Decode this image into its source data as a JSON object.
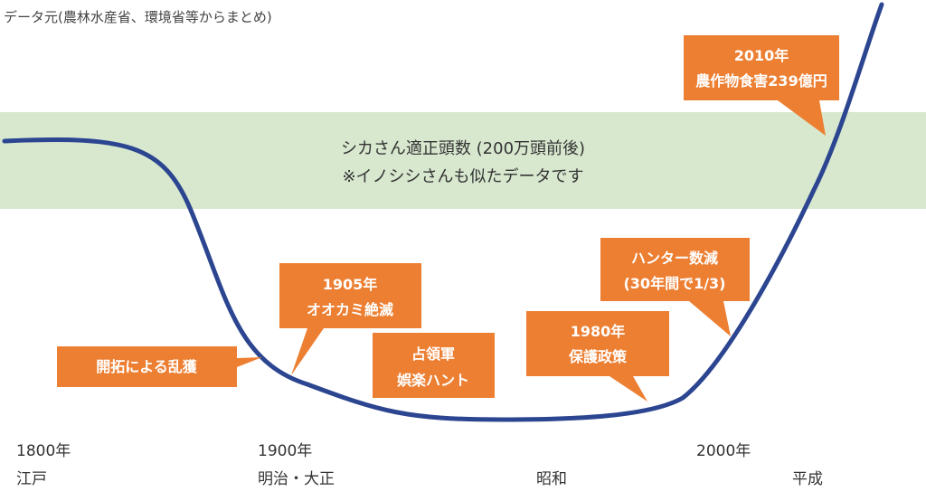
{
  "source_note": "データ元(農林水産省、環境省等からまとめ)",
  "band": {
    "line1": "シカさん適正頭数 (200万頭前後)",
    "line2": "※イノシシさんも似たデータです"
  },
  "x_axis": {
    "years": [
      "1800年",
      "1900年",
      "2000年"
    ],
    "eras": [
      "江戸",
      "明治・大正",
      "昭和",
      "平成"
    ]
  },
  "callouts": [
    {
      "lines": [
        "開拓による乱獲"
      ]
    },
    {
      "lines": [
        "1905年",
        "オオカミ絶滅"
      ]
    },
    {
      "lines": [
        "占領軍",
        "娯楽ハント"
      ]
    },
    {
      "lines": [
        "1980年",
        "保護政策"
      ]
    },
    {
      "lines": [
        "ハンター数減",
        "(30年間で1/3)"
      ]
    },
    {
      "lines": [
        "2010年",
        "農作物食害239億円"
      ]
    }
  ],
  "colors": {
    "curve": "#2b4590",
    "callout": "#ec7f32",
    "band": "#d8e8cf"
  }
}
